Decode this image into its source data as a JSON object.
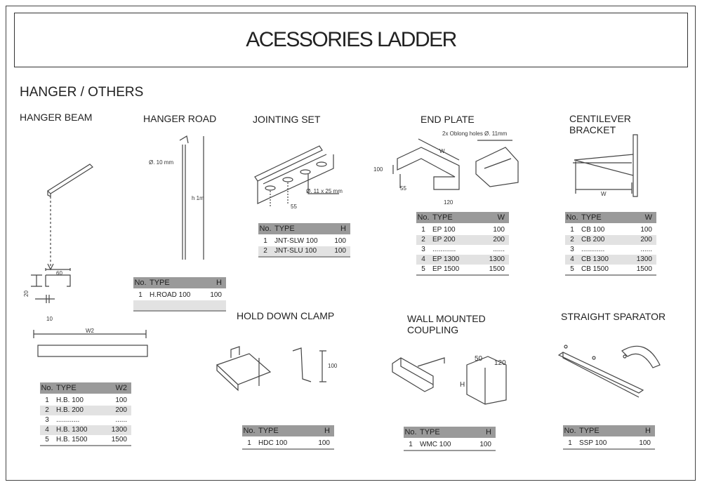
{
  "title": "ACESSORIES LADDER",
  "section": "HANGER / OTHERS",
  "items": {
    "hanger_beam": {
      "heading": "HANGER BEAM",
      "dims": {
        "width": "60",
        "height": "20",
        "lip": "10",
        "length": "W2"
      },
      "table": {
        "headers": [
          "No.",
          "TYPE",
          "W2"
        ],
        "rows": [
          [
            "1",
            "H.B. 100",
            "100"
          ],
          [
            "2",
            "H.B. 200",
            "200"
          ],
          [
            "3",
            "............",
            "......"
          ],
          [
            "4",
            "H.B. 1300",
            "1300"
          ],
          [
            "5",
            "H.B. 1500",
            "1500"
          ]
        ]
      }
    },
    "hanger_road": {
      "heading": "HANGER ROAD",
      "dims": {
        "diameter": "Ø. 10 mm",
        "height": "h 1m"
      },
      "table": {
        "headers": [
          "No.",
          "TYPE",
          "H"
        ],
        "rows": [
          [
            "1",
            "H.ROAD 100",
            "100"
          ],
          [
            "",
            "",
            ""
          ]
        ]
      }
    },
    "jointing_set": {
      "heading": "JOINTING SET",
      "dims": {
        "hole": "Ø. 11 x 25 mm",
        "pitch": "55"
      },
      "table": {
        "headers": [
          "No.",
          "TYPE",
          "H"
        ],
        "rows": [
          [
            "1",
            "JNT-SLW 100",
            "100"
          ],
          [
            "2",
            "JNT-SLU 100",
            "100"
          ]
        ]
      }
    },
    "end_plate": {
      "heading": "END PLATE",
      "dims": {
        "holes": "2x Oblong holes Ø. 11mm",
        "width": "W",
        "height": "100",
        "pitch": "55",
        "depth": "120"
      },
      "table": {
        "headers": [
          "No.",
          "TYPE",
          "W"
        ],
        "rows": [
          [
            "1",
            "EP 100",
            "100"
          ],
          [
            "2",
            "EP 200",
            "200"
          ],
          [
            "3",
            "............",
            "......"
          ],
          [
            "4",
            "EP 1300",
            "1300"
          ],
          [
            "5",
            "EP 1500",
            "1500"
          ]
        ]
      }
    },
    "cantilever_bracket": {
      "heading": "CENTILEVER BRACKET",
      "dims": {
        "width": "W"
      },
      "table": {
        "headers": [
          "No.",
          "TYPE",
          "W"
        ],
        "rows": [
          [
            "1",
            "CB 100",
            "100"
          ],
          [
            "2",
            "CB 200",
            "200"
          ],
          [
            "3",
            "............",
            "......"
          ],
          [
            "4",
            "CB 1300",
            "1300"
          ],
          [
            "5",
            "CB 1500",
            "1500"
          ]
        ]
      }
    },
    "hold_down_clamp": {
      "heading": "HOLD DOWN CLAMP",
      "dims": {
        "height": "100"
      },
      "table": {
        "headers": [
          "No.",
          "TYPE",
          "H"
        ],
        "rows": [
          [
            "1",
            "HDC 100",
            "100"
          ]
        ]
      }
    },
    "wall_mounted_coupling": {
      "heading": "WALL MOUNTED COUPLING",
      "dims": {
        "a": "50",
        "b": "120",
        "height": "H"
      },
      "table": {
        "headers": [
          "No.",
          "TYPE",
          "H"
        ],
        "rows": [
          [
            "1",
            "WMC 100",
            "100"
          ]
        ]
      }
    },
    "straight_separator": {
      "heading": "STRAIGHT SPARATOR",
      "table": {
        "headers": [
          "No.",
          "TYPE",
          "H"
        ],
        "rows": [
          [
            "1",
            "SSP 100",
            "100"
          ]
        ]
      }
    }
  }
}
